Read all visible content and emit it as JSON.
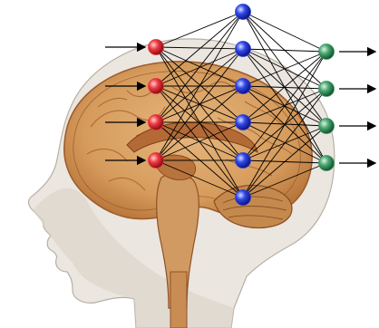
{
  "figure": {
    "subject": "human-head-brain-sagittal-section",
    "overlay": "feedforward-neural-network",
    "layers": [
      {
        "role": "input",
        "color": "#e8323a",
        "count": 4
      },
      {
        "role": "hidden",
        "color": "#2a3ee0",
        "count": 6
      },
      {
        "role": "output",
        "color": "#3f9a63",
        "count": 4
      }
    ],
    "connectivity": "fully-connected",
    "input_arrows": 4,
    "output_arrows": 4,
    "colors": {
      "skin": "#e9e4de",
      "skin_shadow": "#b9b2a8",
      "brain": "#d9a56a",
      "brain_dark": "#a8652f",
      "cerebellum": "#c98c4f",
      "edge": "#000000"
    }
  }
}
